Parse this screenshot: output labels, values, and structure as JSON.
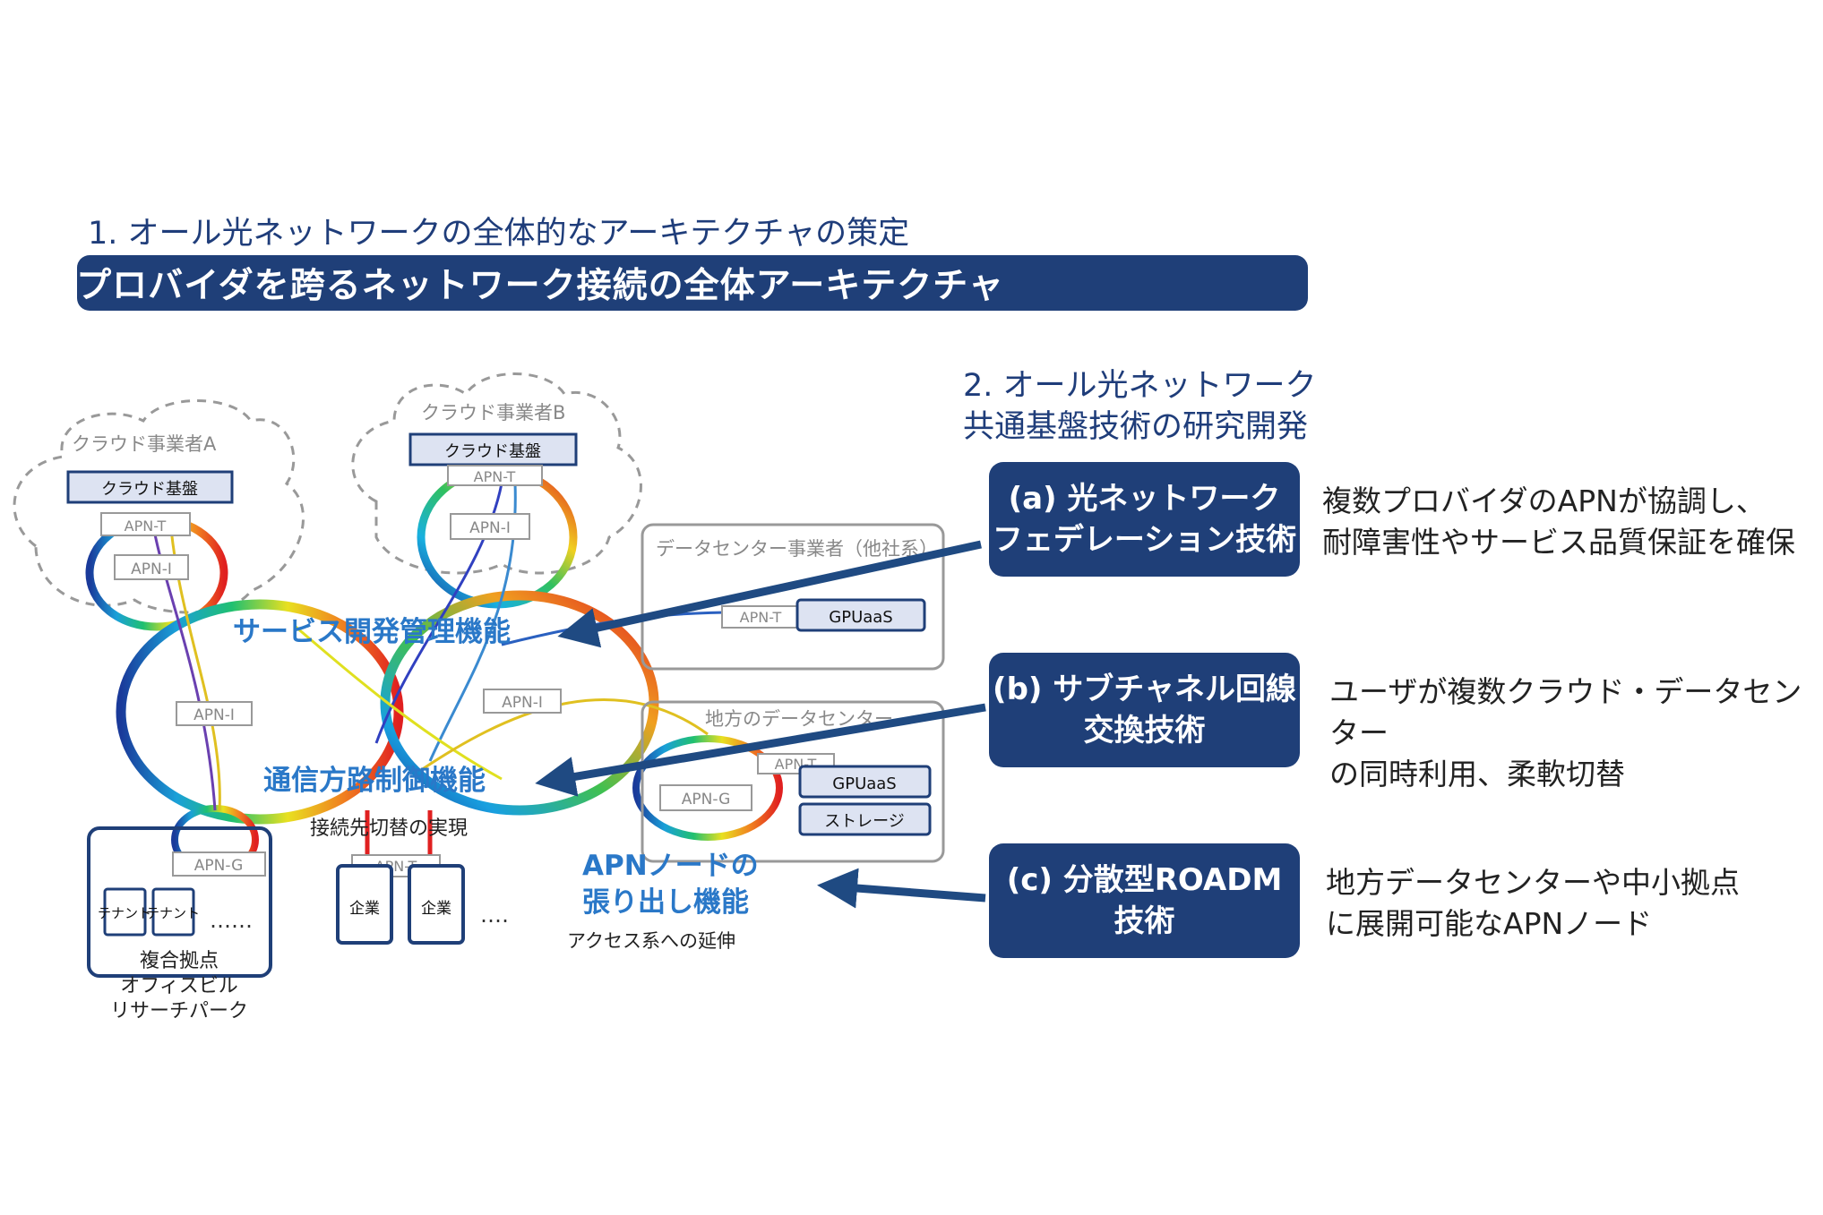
{
  "section1": "1. オール光ネットワークの全体的なアーキテクチャの策定",
  "banner": "複数プロバイダを跨るネットワーク接続の全体アーキテクチャ",
  "section2": {
    "line1": "2. オール光ネットワーク",
    "line2": "共通基盤技術の研究開発"
  },
  "techs": [
    {
      "label": "(a) 光ネットワーク\nフェデレーション技術",
      "desc": "複数プロバイダのAPNが協調し、\n耐障害性やサービス品質保証を確保"
    },
    {
      "label": "(b) サブチャネル回線\n交換技術",
      "desc": "ユーザが複数クラウド・データセンター\nの同時利用、柔軟切替"
    },
    {
      "label": "(c) 分散型ROADM\n技術",
      "desc": "地方データセンターや中小拠点\nに展開可能なAPNノード"
    }
  ],
  "diagram": {
    "cloud_a": "クラウド事業者A",
    "cloud_b": "クラウド事業者B",
    "cloud_platform": "クラウド基盤",
    "apn_t": "APN-T",
    "apn_i": "APN-I",
    "apn_g": "APN-G",
    "dc_other": "データセンター事業者（他社系）",
    "dc_local": "地方のデータセンター",
    "gpuaas": "GPUaaS",
    "storage": "ストレージ",
    "service_mgmt": "サービス開発管理機能",
    "path_control": "通信方路制御機能",
    "switch_real": "接続先切替の実現",
    "apn_node_line1": "APNノードの",
    "apn_node_line2": "張り出し機能",
    "access_ext": "アクセス系への延伸",
    "tenant": "テナント",
    "enterprise": "企業",
    "dots": "……",
    "dots2": "‥‥",
    "site_line1": "複合拠点",
    "site_line2": "オフィスビル",
    "site_line3": "リサーチパーク"
  },
  "colors": {
    "navy": "#1f3f78",
    "text_blue": "#2a78c8",
    "arrow": "#1f4a82",
    "box_fill": "#dde3f2"
  }
}
